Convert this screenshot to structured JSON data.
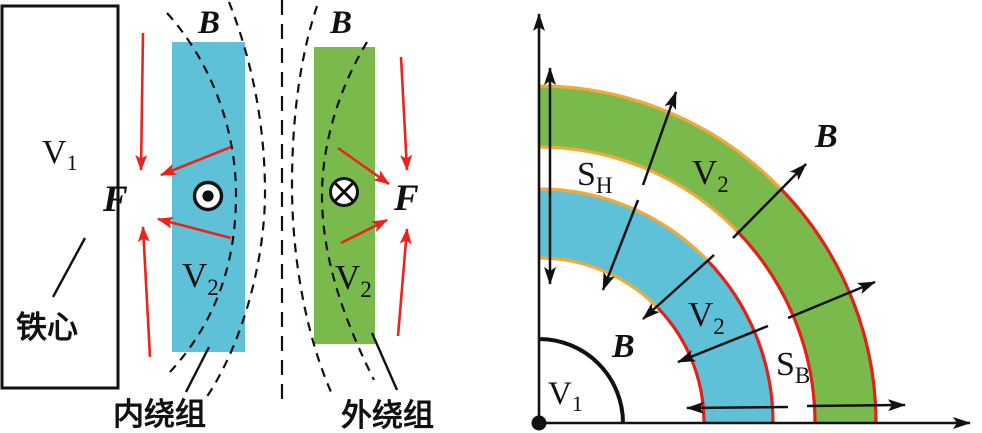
{
  "colors": {
    "inner_winding_fill": "#5fc1d8",
    "outer_winding_fill": "#7aba4d",
    "force_arrow_red": "#e8251d",
    "edge_orange": "#f2a93b",
    "edge_red": "#e32119",
    "ink": "#111111"
  },
  "left_diagram": {
    "core_label": {
      "main": "V",
      "sub": "1"
    },
    "core_caption": "铁心",
    "flux_label_inner": "B",
    "flux_label_outer": "B",
    "force_label_inner": "F",
    "force_label_outer": "F",
    "inner_winding_label": {
      "main": "V",
      "sub": "2"
    },
    "outer_winding_label": {
      "main": "V",
      "sub": "2"
    },
    "inner_winding_caption": "内绕组",
    "outer_winding_caption": "外绕组"
  },
  "right_diagram": {
    "core_label": {
      "main": "V",
      "sub": "1"
    },
    "inner_winding_label": {
      "main": "V",
      "sub": "2"
    },
    "outer_winding_label": {
      "main": "V",
      "sub": "2"
    },
    "height_label": {
      "main": "S",
      "sub": "H"
    },
    "width_label": {
      "main": "S",
      "sub": "B"
    },
    "field_label_upper": "B",
    "field_label_lower": "B"
  }
}
